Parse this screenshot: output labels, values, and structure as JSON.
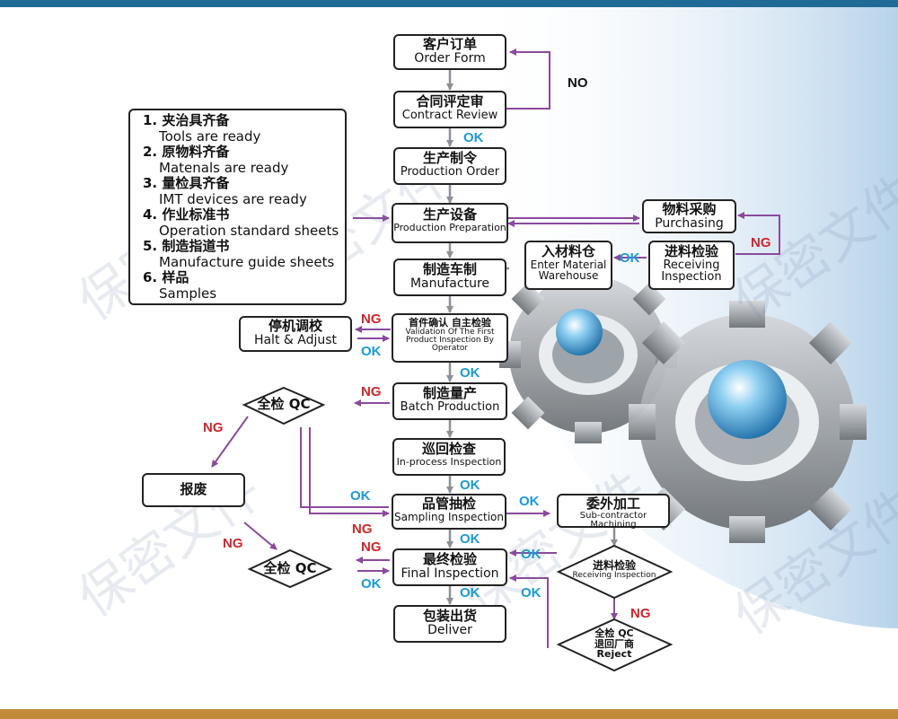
{
  "watermark": "保密文件",
  "list": [
    {
      "zh": "1. 夹治具齐备",
      "en": "Tools are ready"
    },
    {
      "zh": "2. 原物料齐备",
      "en": "Matenals are ready"
    },
    {
      "zh": "3. 量检具齐备",
      "en": "IMT devices are ready"
    },
    {
      "zh": "4. 作业标准书",
      "en": "Operation standard sheets"
    },
    {
      "zh": "5. 制造指道书",
      "en": "Manufacture guide sheets"
    },
    {
      "zh": "6. 样品",
      "en": "Samples"
    }
  ],
  "boxes": {
    "order": {
      "zh": "客户订单",
      "en": "Order Form"
    },
    "contract": {
      "zh": "合同评定审",
      "en": "Contract Review"
    },
    "prod_order": {
      "zh": "生产制令",
      "en": "Production Order"
    },
    "prep": {
      "zh": "生产设备",
      "en": "Production Preparation"
    },
    "manufacture": {
      "zh": "制造车制",
      "en": "Manufacture"
    },
    "first": {
      "zh": "首件确认 自主检验",
      "en": "Validation Of The First Product Inspection By Operator"
    },
    "batch": {
      "zh": "制造量产",
      "en": "Batch Production"
    },
    "inprocess": {
      "zh": "巡回检查",
      "en": "In-process Inspection"
    },
    "sampling": {
      "zh": "品管抽检",
      "en": "Sampling Inspection"
    },
    "final": {
      "zh": "最终检验",
      "en": "Final Inspection"
    },
    "deliver": {
      "zh": "包装出货",
      "en": "Deliver"
    },
    "purchasing": {
      "zh": "物料采购",
      "en": "Purchasing"
    },
    "receiving": {
      "zh": "进料检验",
      "en": "Receiving Inspection"
    },
    "warehouse": {
      "zh": "入材料仓",
      "en": "Enter Material Warehouse"
    },
    "halt": {
      "zh": "停机调校",
      "en": "Halt & Adjust"
    },
    "scrap": {
      "zh": "报废",
      "en": ""
    },
    "subcontract": {
      "zh": "委外加工",
      "en": "Sub-contractor Machining"
    }
  },
  "diamonds": {
    "qc1": {
      "text": "全检 QC"
    },
    "qc2": {
      "text": "全检 QC"
    },
    "receiving2": {
      "zh": "进料检验",
      "en": "Receiving Inspection"
    },
    "reject": {
      "line1": "全检 QC",
      "line2": "退回厂商",
      "line3": "Reject"
    }
  },
  "labels": {
    "no": "NO",
    "ok": "OK",
    "ng": "NG"
  },
  "colors": {
    "arrow_purple": "#8a4a9c",
    "arrow_gray": "#8d9095",
    "ok_blue": "#1a9ad6",
    "ng_red": "#d0252a",
    "header_bar": "#1f6b95",
    "footer_bar": "#c08a3a"
  }
}
